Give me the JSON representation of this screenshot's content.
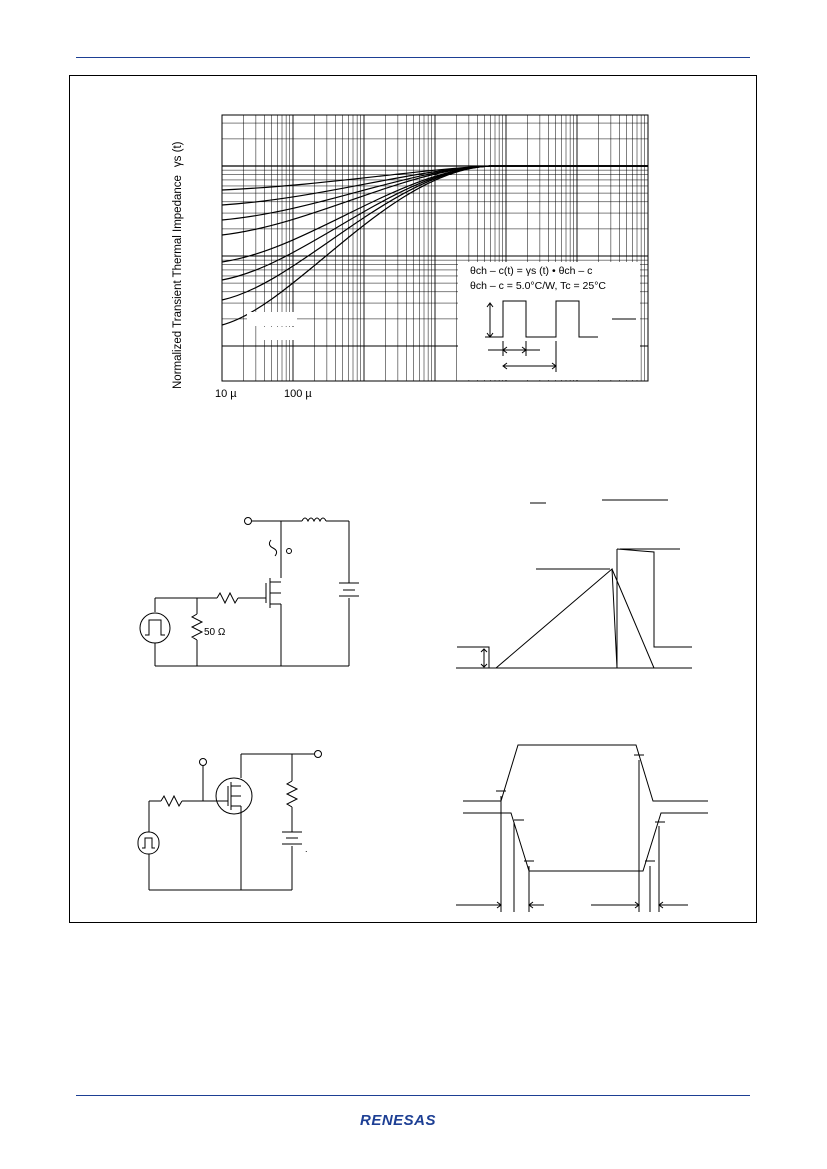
{
  "colors": {
    "rule": "#1d3f94",
    "logo": "#1d3f94",
    "ink": "#000000"
  },
  "thermal_chart": {
    "ylabel": "Normalized Transient Thermal Impedance",
    "ylabel_symbol": "γs (t)",
    "x_ticks": [
      "10 µ",
      "100 µ"
    ],
    "note_line1": "θch – c(t) = γs (t) • θch – c",
    "note_line2": "θch – c = 5.0°C/W, Tc = 25°C",
    "curve_count": 8
  },
  "avalanche_circuit": {
    "resistor_label": "50 Ω"
  },
  "logo": {
    "text": "RENESAS"
  }
}
